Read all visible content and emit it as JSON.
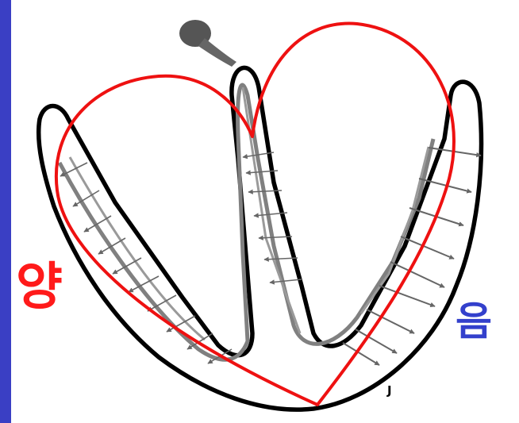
{
  "labels": {
    "yang": "양",
    "eum": "음",
    "j": "J"
  },
  "colors": {
    "frame_blue": "#3a3fc4",
    "heart_red": "#ee1111",
    "yang_red": "#ff1a1a",
    "eum_blue": "#3340cc",
    "outline_black": "#000000",
    "inner_gray": "#777777"
  }
}
